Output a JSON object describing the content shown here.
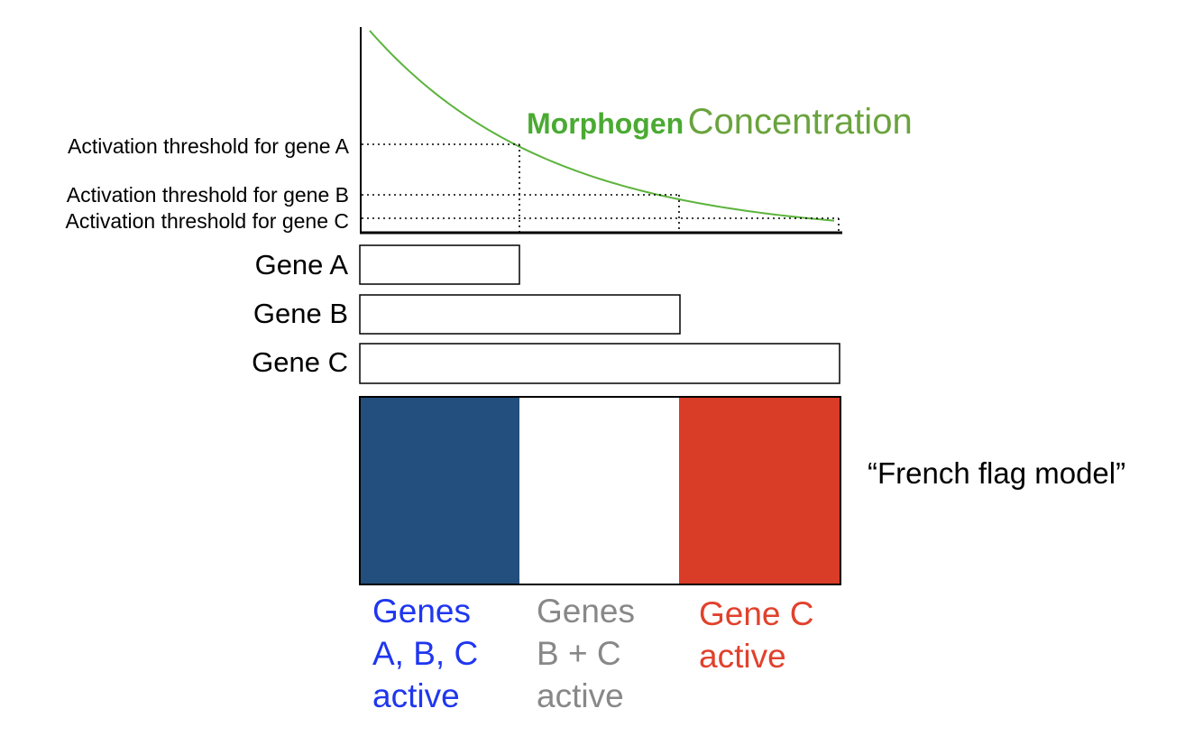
{
  "chart": {
    "title_bold": "Morphogen",
    "title_regular": "Concentration",
    "title_bold_color": "#4aaa32",
    "title_regular_color": "#6aa33e",
    "curve_color": "#5cb33c",
    "curve_shape": "exponential decay",
    "thresholds": [
      {
        "label": "Activation threshold for gene A"
      },
      {
        "label": "Activation threshold for gene B"
      },
      {
        "label": "Activation threshold for gene C"
      }
    ]
  },
  "genes": [
    {
      "label": "Gene A",
      "extent_fraction": 0.333
    },
    {
      "label": "Gene B",
      "extent_fraction": 0.667
    },
    {
      "label": "Gene C",
      "extent_fraction": 1.0
    }
  ],
  "flag": {
    "stripes": [
      {
        "color": "#224f7e"
      },
      {
        "color": "#ffffff"
      },
      {
        "color": "#d93c27"
      }
    ]
  },
  "regions": [
    {
      "caption": "Genes\nA, B, C\nactive",
      "color": "#1f36f0"
    },
    {
      "caption": "Genes\nB + C\nactive",
      "color": "#888888"
    },
    {
      "caption": "Gene C\nactive",
      "color": "#e1412d"
    }
  ],
  "model_label": "“French flag model”"
}
